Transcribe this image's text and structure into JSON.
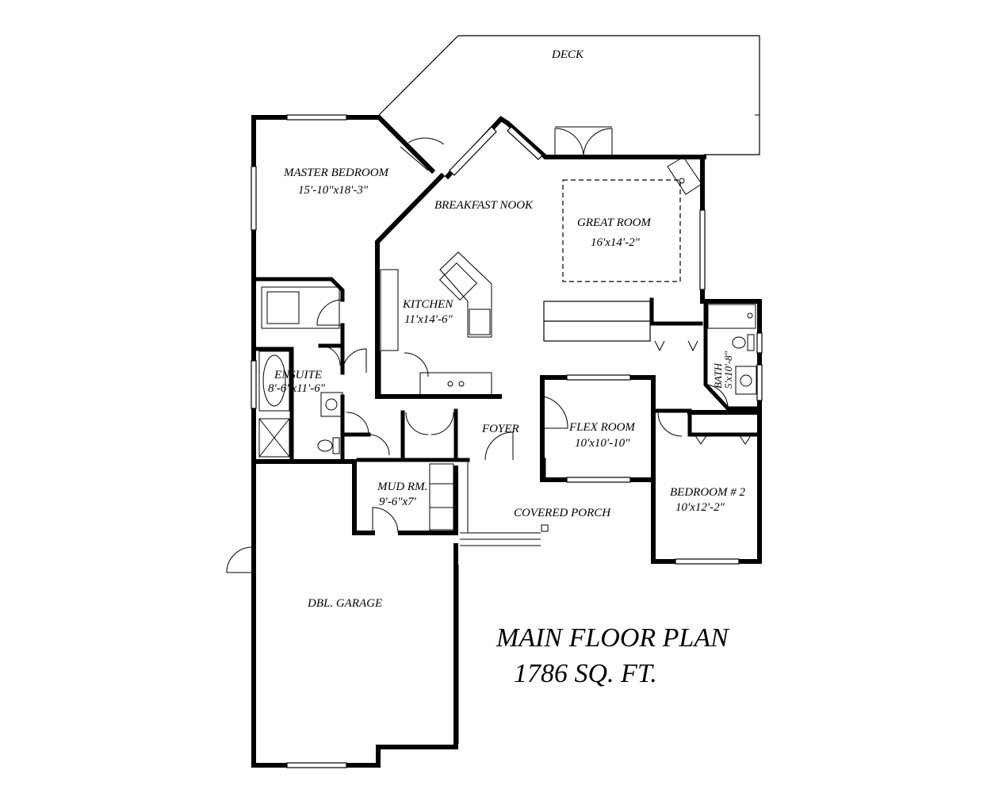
{
  "plan": {
    "title": "MAIN FLOOR PLAN",
    "area": "1786 SQ. FT.",
    "rooms": {
      "deck": {
        "name": "DECK"
      },
      "master_bedroom": {
        "name": "MASTER BEDROOM",
        "size": "15'-10\"x18'-3\""
      },
      "breakfast_nook": {
        "name": "BREAKFAST NOOK"
      },
      "great_room": {
        "name": "GREAT ROOM",
        "size": "16'x14'-2\""
      },
      "kitchen": {
        "name": "KITCHEN",
        "size": "11'x14'-6\""
      },
      "ensuite": {
        "name": "ENSUITE",
        "size": "8'-6\"x11'-6\""
      },
      "bath": {
        "name": "BATH",
        "size": "5'x10'-8\""
      },
      "foyer": {
        "name": "FOYER"
      },
      "flex_room": {
        "name": "FLEX ROOM",
        "size": "10'x10'-10\""
      },
      "mud_room": {
        "name": "MUD RM.",
        "size": "9'-6\"x7'"
      },
      "bedroom_2": {
        "name": "BEDROOM # 2",
        "size": "10'x12'-2\""
      },
      "covered_porch": {
        "name": "COVERED PORCH"
      },
      "garage": {
        "name": "DBL. GARAGE"
      }
    }
  }
}
